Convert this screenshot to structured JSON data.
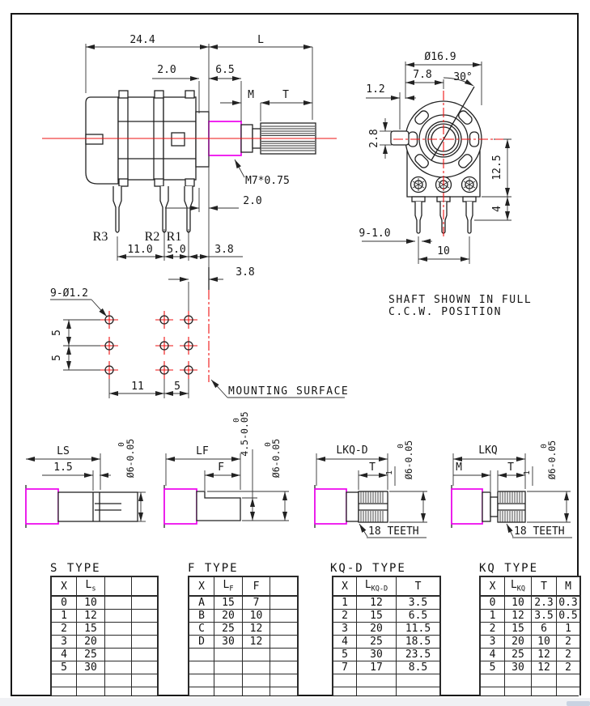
{
  "colors": {
    "line": "#1a1a1a",
    "centerline_red": "#ee1111",
    "thread_magenta": "#ee00ee"
  },
  "side": {
    "d244": "24.4",
    "dL": "L",
    "d20a": "2.0",
    "d65": "6.5",
    "dM": "M",
    "dT": "T",
    "thread": "M7*0.75",
    "d20b": "2.0",
    "r3": "R3",
    "r2": "R2",
    "r1": "R1",
    "d110": "11.0",
    "d50": "5.0",
    "d38": "3.8"
  },
  "front": {
    "dia": "Ø16.9",
    "d78": "7.8",
    "ang": "30°",
    "d12": "1.2",
    "d28": "2.8",
    "d125": "12.5",
    "d4": "4",
    "pins": "9-1.0",
    "d10": "10"
  },
  "note": {
    "l1": "SHAFT SHOWN IN FULL",
    "l2": "C.C.W. POSITION"
  },
  "mount": {
    "holes": "9-Ø1.2",
    "d5a": "5",
    "d5b": "5",
    "d38": "3.8",
    "d11": "11",
    "d5c": "5",
    "surface": "MOUNTING SURFACE"
  },
  "shafts": {
    "ls": {
      "name": "LS",
      "d15": "1.5",
      "tol0": "0",
      "dia": "Ø6-0.05"
    },
    "lf": {
      "name": "LF",
      "f": "F",
      "tol0a": "0",
      "flat": "4.5-0.05",
      "tol0b": "0",
      "dia": "Ø6-0.05"
    },
    "lkqd": {
      "name": "LKQ-D",
      "t": "T",
      "one": "1",
      "tol0": "0",
      "dia": "Ø6-0.05",
      "teeth": "18 TEETH"
    },
    "lkq": {
      "name": "LKQ",
      "m": "M",
      "t": "T",
      "one": "1",
      "tol0": "0",
      "dia": "Ø6-0.05",
      "teeth": "18 TEETH"
    }
  },
  "tables": [
    {
      "title": "S TYPE",
      "headers": [
        {
          "label": "X"
        },
        {
          "label": "L",
          "sub": "s"
        },
        {
          "label": ""
        },
        {
          "label": ""
        }
      ],
      "rows": [
        [
          "0",
          "10",
          "",
          ""
        ],
        [
          "1",
          "12",
          "",
          ""
        ],
        [
          "2",
          "15",
          "",
          ""
        ],
        [
          "3",
          "20",
          "",
          ""
        ],
        [
          "4",
          "25",
          "",
          ""
        ],
        [
          "5",
          "30",
          "",
          ""
        ],
        [
          "",
          "",
          "",
          ""
        ],
        [
          "",
          "",
          "",
          ""
        ]
      ]
    },
    {
      "title": "F TYPE",
      "headers": [
        {
          "label": "X"
        },
        {
          "label": "L",
          "sub": "F"
        },
        {
          "label": "F"
        },
        {
          "label": ""
        }
      ],
      "rows": [
        [
          "A",
          "15",
          "7",
          ""
        ],
        [
          "B",
          "20",
          "10",
          ""
        ],
        [
          "C",
          "25",
          "12",
          ""
        ],
        [
          "D",
          "30",
          "12",
          ""
        ],
        [
          "",
          "",
          "",
          ""
        ],
        [
          "",
          "",
          "",
          ""
        ],
        [
          "",
          "",
          "",
          ""
        ],
        [
          "",
          "",
          "",
          ""
        ]
      ]
    },
    {
      "title": "KQ-D TYPE",
      "headers": [
        {
          "label": "X"
        },
        {
          "label": "L",
          "sub": "KQ-D"
        },
        {
          "label": "T"
        }
      ],
      "rows": [
        [
          "1",
          "12",
          "3.5"
        ],
        [
          "2",
          "15",
          "6.5"
        ],
        [
          "3",
          "20",
          "11.5"
        ],
        [
          "4",
          "25",
          "18.5"
        ],
        [
          "5",
          "30",
          "23.5"
        ],
        [
          "7",
          "17",
          "8.5"
        ],
        [
          "",
          "",
          ""
        ],
        [
          "",
          "",
          ""
        ]
      ]
    },
    {
      "title": "KQ TYPE",
      "headers": [
        {
          "label": "X"
        },
        {
          "label": "L",
          "sub": "KQ"
        },
        {
          "label": "T"
        },
        {
          "label": "M"
        }
      ],
      "rows": [
        [
          "0",
          "10",
          "2.3",
          "0.3"
        ],
        [
          "1",
          "12",
          "3.5",
          "0.5"
        ],
        [
          "2",
          "15",
          "6",
          "1"
        ],
        [
          "3",
          "20",
          "10",
          "2"
        ],
        [
          "4",
          "25",
          "12",
          "2"
        ],
        [
          "5",
          "30",
          "12",
          "2"
        ],
        [
          "",
          "",
          "",
          ""
        ],
        [
          "",
          "",
          "",
          ""
        ]
      ]
    }
  ]
}
